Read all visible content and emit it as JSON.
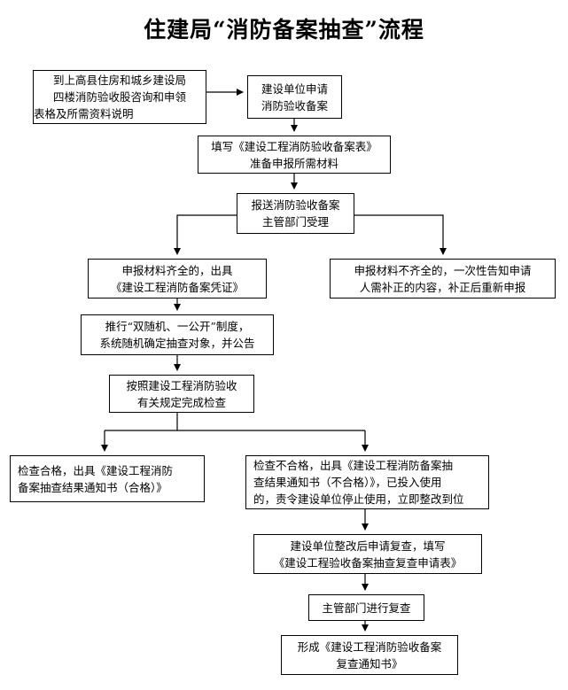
{
  "title": "住建局“消防备案抽查”流程",
  "boxes": {
    "consult": [
      "到上高县住房和城乡建设局",
      "四楼消防验收股咨询和申领",
      "表格及所需资料说明"
    ],
    "apply": [
      "建设单位申请",
      "消防验收备案"
    ],
    "fill": [
      "填写《建设工程消防验收备案表》",
      "准备申报所需材料"
    ],
    "submit": [
      "报送消防验收备案",
      "主管部门受理"
    ],
    "complete": [
      "申报材料齐全的，出具",
      "《建设工程消防备案凭证》"
    ],
    "incomplete": [
      "申报材料不齐全的，一次性告知申请",
      "人需补正的内容，补正后重新申报"
    ],
    "random": [
      "推行“双随机、一公开”制度，",
      "系统随机确定抽查对象，并公告"
    ],
    "inspect": [
      "按照建设工程消防验收",
      "有关规定完成检查"
    ],
    "pass": [
      "检查合格，出具《建设工程消防",
      "备案抽查结果通知书（合格）》"
    ],
    "fail": [
      "检查不合格，出具《建设工程消防备案抽",
      "查结果通知书（不合格）》，已投入使用",
      "的，责令建设单位停止使用，立即整改到位"
    ],
    "recheck_apply": [
      "建设单位整改后申请复查，填写",
      "《建设工程验收备案抽查复查申请表》"
    ],
    "recheck": [
      "主管部门进行复查"
    ],
    "notice": [
      "形成《建设工程消防验收备案",
      "复查通知书》"
    ]
  }
}
